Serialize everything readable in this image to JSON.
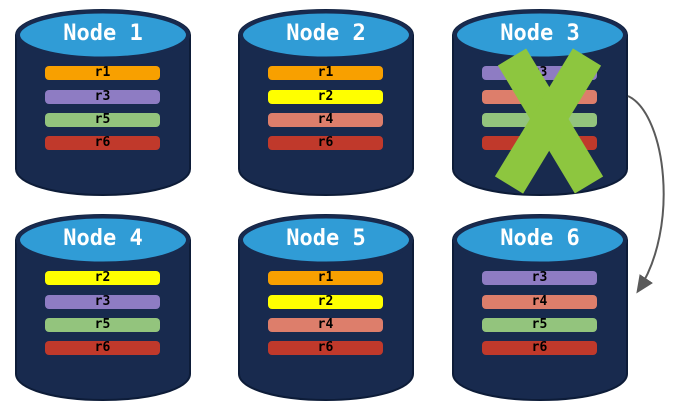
{
  "diagram": {
    "description": "Replicated database nodes with failed node 3 failing over to node 6",
    "colors": {
      "cylinder_body": "#182A4E",
      "cylinder_outline": "#0D1C38",
      "cylinder_top": "#309CD6",
      "title_text": "#ffffff",
      "bar_text": "#000000",
      "failure_x": "#8DC63F",
      "arrow": "#5A5A5A",
      "replicas": {
        "r1": "#F8A000",
        "r2": "#FFFF00",
        "r3": "#8E7CC3",
        "r4": "#DD7E6B",
        "r5": "#93C47D",
        "r6": "#C0392B"
      }
    },
    "nodes": [
      {
        "label": "Node 1",
        "failed": false,
        "replicas": [
          "r1",
          "r3",
          "r5",
          "r6"
        ]
      },
      {
        "label": "Node 2",
        "failed": false,
        "replicas": [
          "r1",
          "r2",
          "r4",
          "r6"
        ]
      },
      {
        "label": "Node 3",
        "failed": true,
        "replicas": [
          "r3",
          "r4",
          "r5",
          "r6"
        ]
      },
      {
        "label": "Node 4",
        "failed": false,
        "replicas": [
          "r2",
          "r3",
          "r5",
          "r6"
        ]
      },
      {
        "label": "Node 5",
        "failed": false,
        "replicas": [
          "r1",
          "r2",
          "r4",
          "r6"
        ]
      },
      {
        "label": "Node 6",
        "failed": false,
        "replicas": [
          "r3",
          "r4",
          "r5",
          "r6"
        ]
      }
    ],
    "arrow": {
      "from": "Node 3",
      "to": "Node 6"
    }
  }
}
